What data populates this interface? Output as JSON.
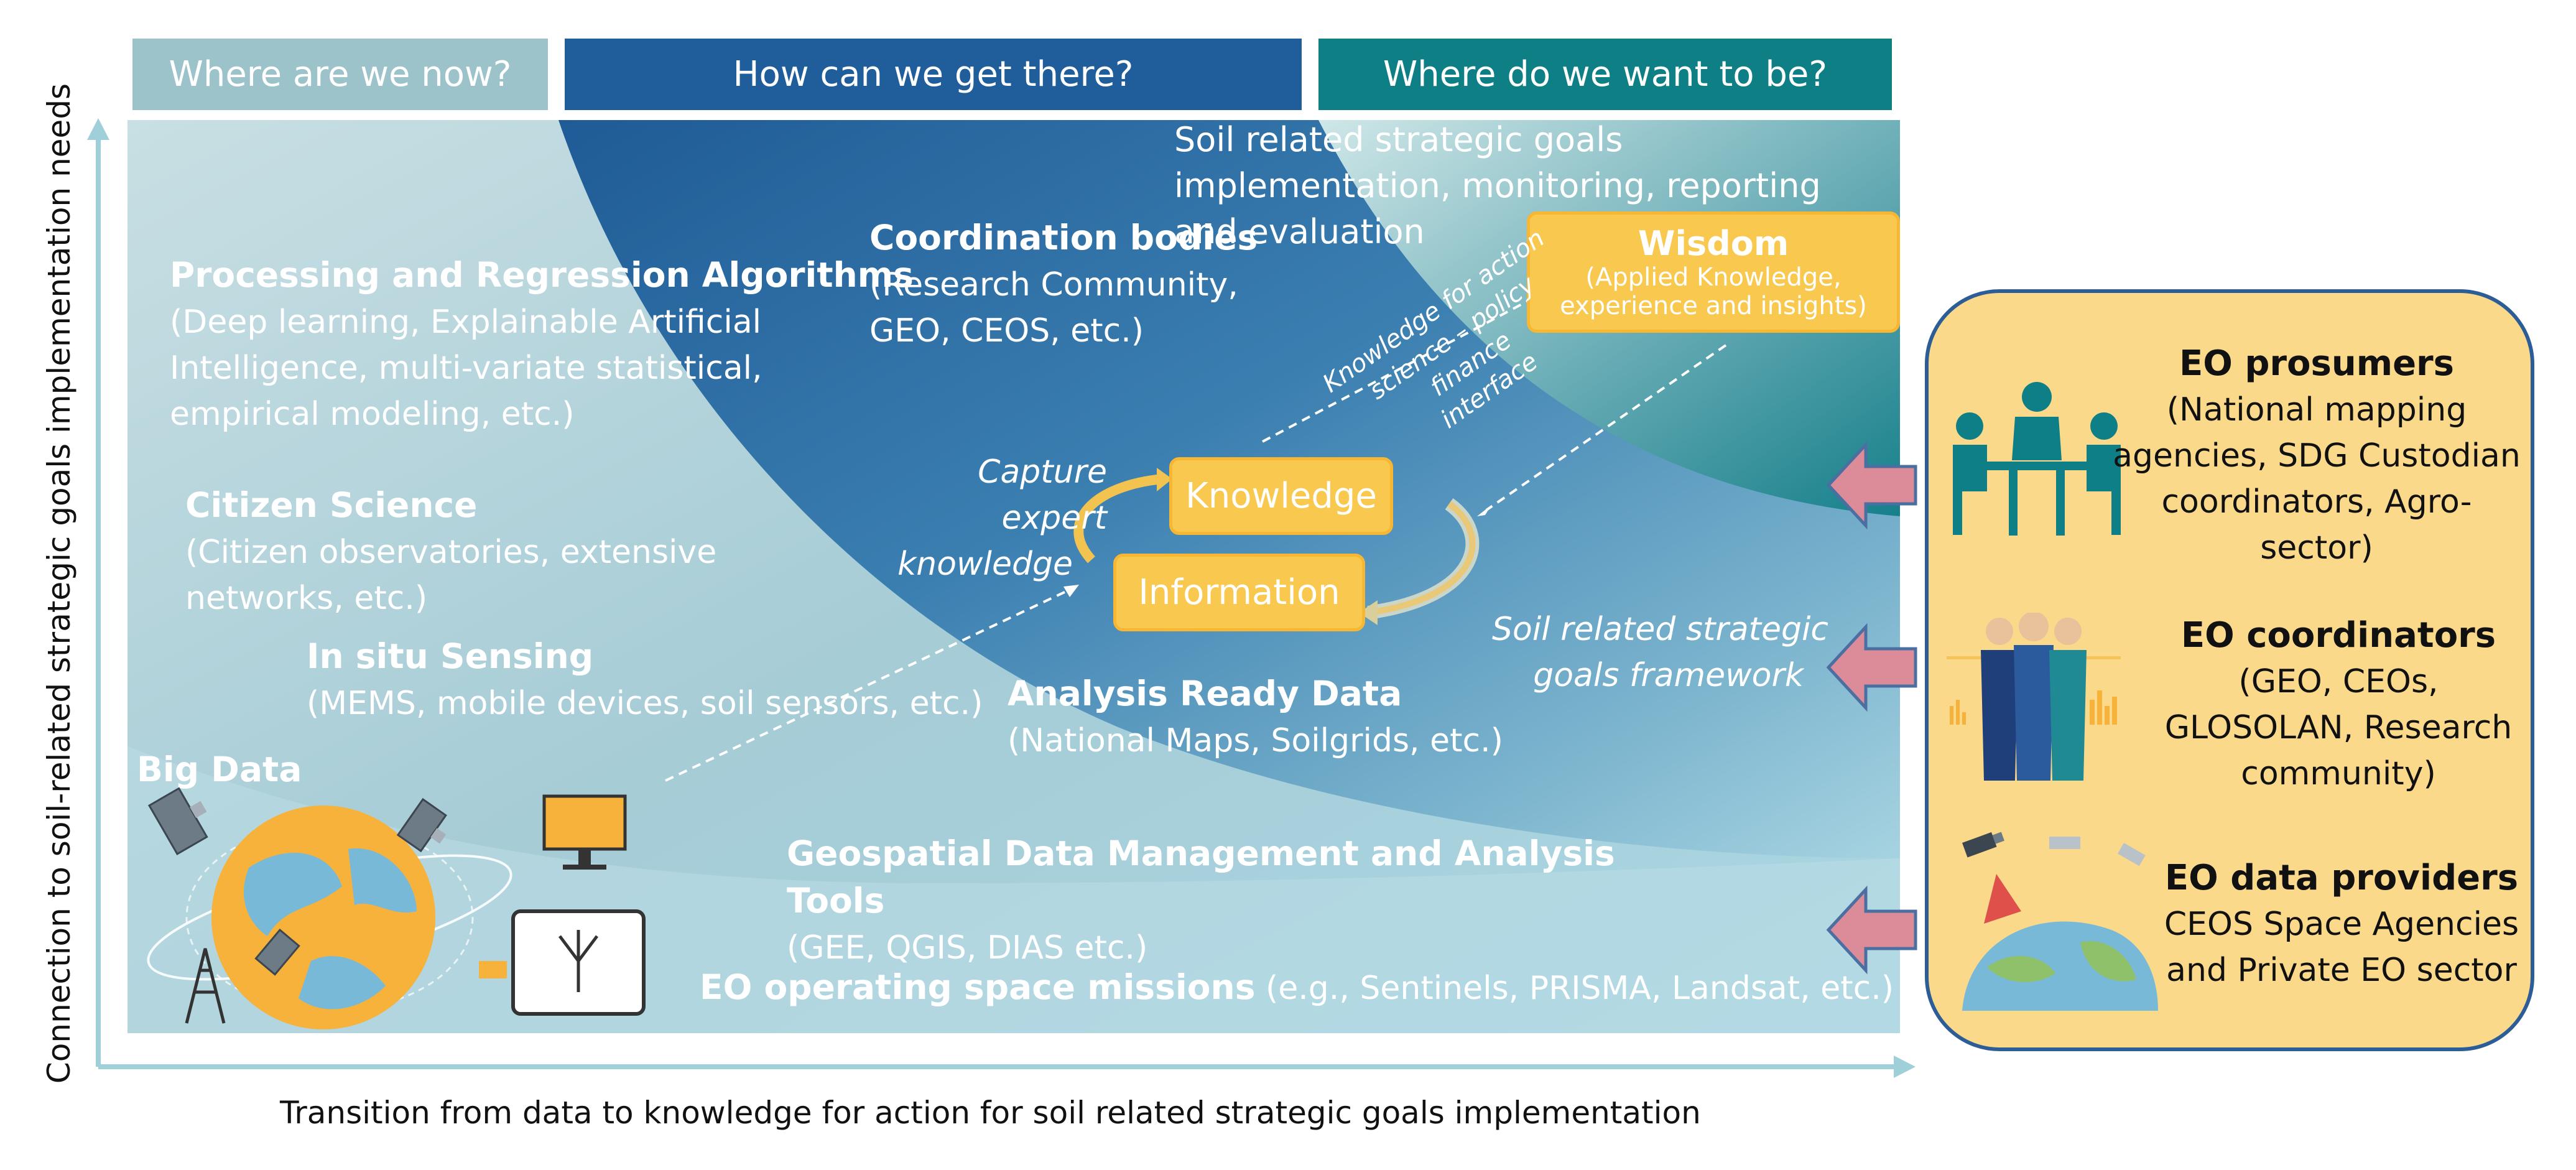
{
  "header": {
    "col1": "Where are we now?",
    "col2": "How can we get there?",
    "col3": "Where do we want to be?"
  },
  "axes": {
    "y_label": "Connection to soil-related strategic goals implementation needs",
    "x_label": "Transition from data to knowledge for action for soil related strategic goals implementation"
  },
  "top_right_text": "Soil related strategic goals implementation, monitoring, reporting and evaluation",
  "wisdom": {
    "title": "Wisdom",
    "subtitle_1": "(Applied Knowledge,",
    "subtitle_2": "experience and insights)"
  },
  "knowledge": "Knowledge",
  "information": "Information",
  "capture_1": "Capture expert",
  "capture_2": "knowledge",
  "kfa": [
    "Knowledge for action",
    "science – policy",
    "finance",
    "interface"
  ],
  "framework_1": "Soil related strategic",
  "framework_2": "goals  framework",
  "blocks": {
    "processing": {
      "title": "Processing and Regression Algorithms",
      "l1": "(Deep learning, Explainable Artificial",
      "l2": "Intelligence, multi-variate statistical,",
      "l3": "empirical modeling, etc.)"
    },
    "coordination": {
      "title": "Coordination bodies",
      "l1": "(Research Community,",
      "l2": "GEO, CEOS, etc.)"
    },
    "citizen": {
      "title": "Citizen Science",
      "l1": "(Citizen observatories, extensive",
      "l2": "networks, etc.)"
    },
    "insitu": {
      "title": "In situ Sensing",
      "l1": "(MEMS, mobile devices, soil sensors, etc.)"
    },
    "ard": {
      "title": "Analysis Ready Data",
      "l1": "(National Maps, Soilgrids, etc.)"
    },
    "bigdata": {
      "title": "Big Data"
    },
    "geospatial": {
      "title": "Geospatial Data Management and Analysis Tools",
      "l1": "(GEE, QGIS, DIAS etc.)"
    },
    "eo_missions": {
      "title": "EO operating space missions",
      "l1": "(e.g., Sentinels, PRISMA, Landsat, etc.)"
    }
  },
  "right_panel": {
    "prosumers": {
      "title": "EO prosumers",
      "l1": "(National mapping",
      "l2": "agencies, SDG Custodian",
      "l3": "coordinators, Agro-",
      "l4": "sector)"
    },
    "coordinators": {
      "title": "EO coordinators",
      "l1": "(GEO, CEOs,",
      "l2": "GLOSOLAN, Research",
      "l3": "community)"
    },
    "providers": {
      "title": "EO data providers",
      "l1": "CEOS Space Agencies",
      "l2": "and Private EO sector"
    }
  },
  "colors": {
    "header1": "#9cc3c9",
    "header2": "#1f5d9b",
    "header3": "#0f7f86",
    "panel_fill": "#fbd98a",
    "panel_border": "#2d5d96",
    "pill": "#f9c84f",
    "arrow": "#dc8c98"
  },
  "icons": [
    "globe-icon",
    "satellite-icon",
    "antenna-tower-icon",
    "tablet-icon",
    "monitor-icon",
    "meeting-people-icon",
    "business-people-icon",
    "satellite-earth-icon"
  ]
}
